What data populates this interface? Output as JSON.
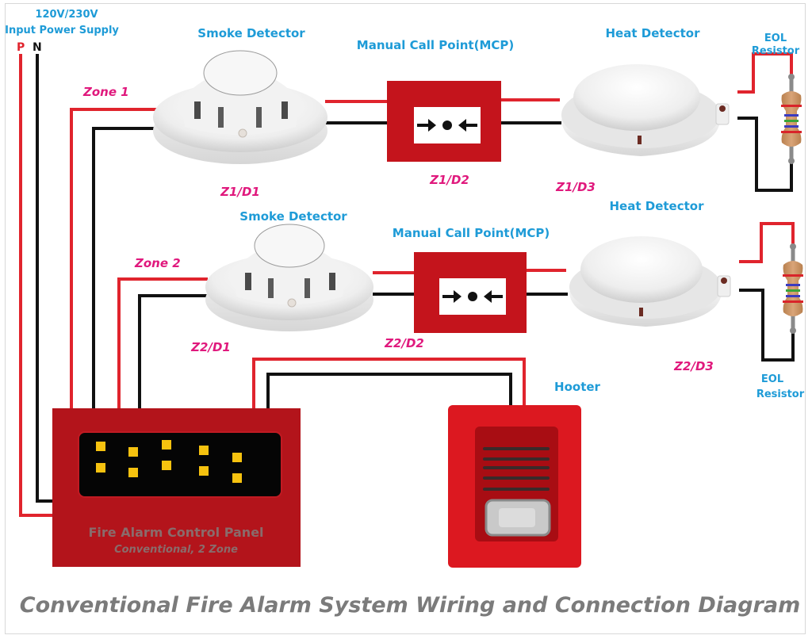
{
  "power_supply": {
    "voltage": "120V/230V",
    "label": "Input Power Supply",
    "phase": "P",
    "neutral": "N"
  },
  "zones": [
    {
      "label": "Zone 1",
      "devices": [
        {
          "type": "Smoke Detector",
          "id": "Z1/D1"
        },
        {
          "type": "Manual Call Point(MCP)",
          "id": "Z1/D2"
        },
        {
          "type": "Heat Detector",
          "id": "Z1/D3"
        }
      ],
      "eol": "EOL\nResistor",
      "eol_line1": "EOL",
      "eol_line2": "Resistor"
    },
    {
      "label": "Zone 2",
      "devices": [
        {
          "type": "Smoke Detector",
          "id": "Z2/D1"
        },
        {
          "type": "Manual Call Point(MCP)",
          "id": "Z2/D2"
        },
        {
          "type": "Heat Detector",
          "id": "Z2/D3"
        }
      ],
      "eol_line1": "EOL",
      "eol_line2": "Resistor"
    }
  ],
  "hooter": {
    "label": "Hooter"
  },
  "control_panel": {
    "title": "Fire Alarm Control Panel",
    "subtitle": "Conventional, 2 Zone",
    "indicator_columns": 5,
    "indicators_per_column": 2
  },
  "caption": "Conventional Fire Alarm System Wiring and Connection Diagram",
  "colors": {
    "live_wire": "#e0242d",
    "neutral_wire": "#111111",
    "panel_red": "#b3141b",
    "mcp_red": "#c4141c",
    "hooter_red": "#dc1820",
    "indicator_yellow": "#f6c20f",
    "label_blue": "#1e9bd7",
    "zone_pink": "#e0197d",
    "caption_grey": "#7b7b7b"
  }
}
